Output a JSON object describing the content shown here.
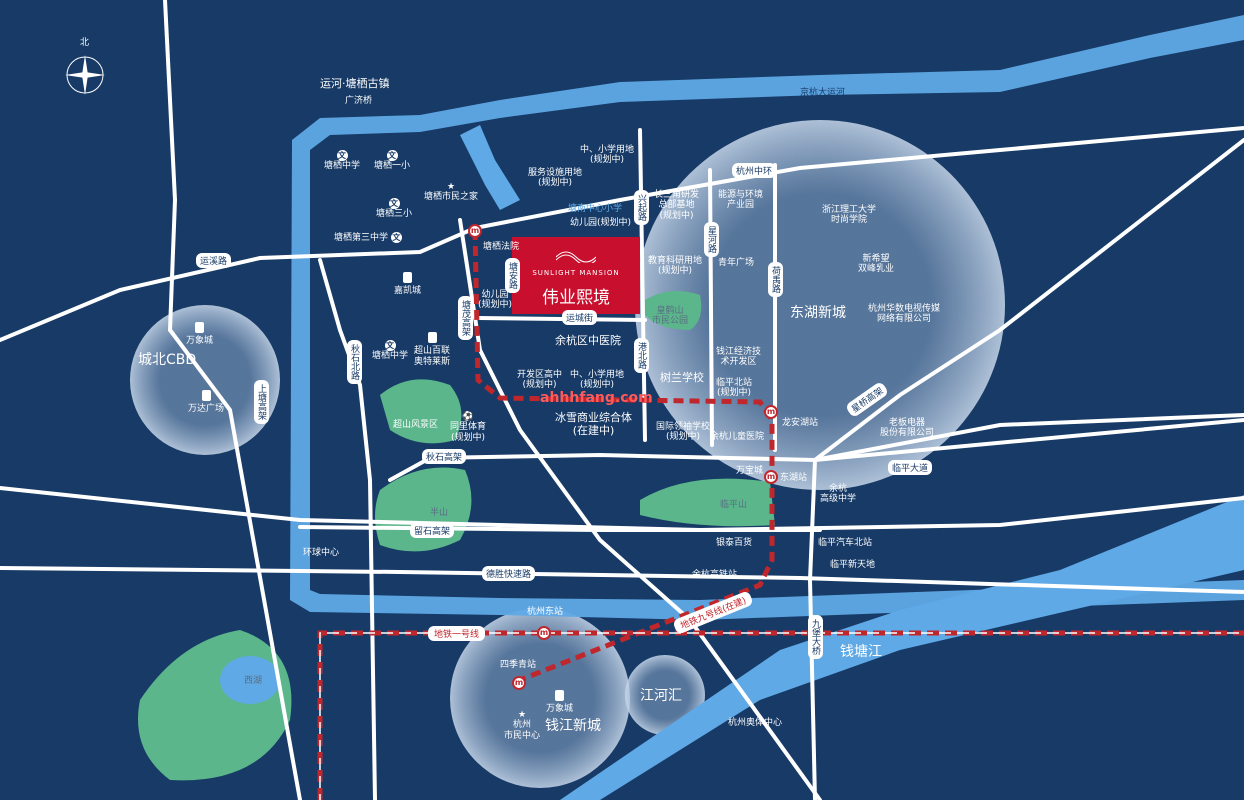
{
  "map": {
    "colors": {
      "background": "#173a66",
      "river": "#5fa9e6",
      "green": "#5bb68c",
      "road": "#ffffff",
      "metro": "#c0272d",
      "hero": "#c8102e"
    },
    "compass": {
      "north": "北"
    },
    "project": {
      "name_en": "SUNLIGHT MANSION",
      "name_cn": "伟业熙境"
    },
    "watermark": "ahhhfang.com",
    "areas": {
      "cbd": "城北CBD",
      "donghu": "东湖新城",
      "qianjiang": "钱江新城",
      "jianghehui": "江河汇",
      "qiantang": "钱塘江"
    },
    "roads": {
      "yunxi": "运溪路",
      "yuncheng": "运城街",
      "tangan": "塘安路",
      "xiaoxing": "兴起路",
      "zhehe": "星河路",
      "hexin": "荷禹路",
      "linhang_ring": "杭州中环",
      "qiushi": "秋石高架",
      "liushi": "留石高架",
      "desheng": "德胜快速路",
      "huanqiu": "环球中心",
      "hangbei": "上塘高架",
      "qiushibei": "秋石北路",
      "xiliu": "星桥高架",
      "jiangbei": "港北路",
      "shangtang": "上塘高架",
      "linping": "临平大道",
      "dongzhan": "九堡大桥",
      "jingshi": "塘茂高架",
      "shibo": "秋石北路"
    },
    "metro": {
      "line1": "地铁一号线",
      "line9": "地铁九号线(在建)",
      "stations": {
        "hangzhou_east": "杭州东站",
        "sijiqing": "四季青站",
        "donghu": "东湖站",
        "longanhu": "龙安湖站",
        "linpingbei": "临平北站",
        "yuhang_gaotie": "余杭高铁站"
      }
    },
    "pois": {
      "tangqi_town": "运河·塘栖古镇",
      "guangji": "广济桥",
      "canal": "京杭大运河",
      "tangqi_mid": "塘栖中学",
      "tangqi_one": "塘栖一小",
      "tangqi_home": "塘栖市民之家",
      "tangqi_three": "塘栖三小",
      "tangqi_third_mid": "塘栖第三中学",
      "jiakai": "嘉凯城",
      "tangqi_court": "塘栖法院",
      "kindergarten_plan": "幼儿园(规划中)",
      "kindergarten_plan2": "幼儿园\n(规划中)",
      "tangxi_mid2": "塘栖中学",
      "chaoshan": "超山百联\n奥特莱斯",
      "chaoshan_scenic": "超山风景区",
      "sports": "同里体育\n(规划中)",
      "service": "服务设施用地\n(规划中)",
      "school_land": "中、小学用地\n(规划中)",
      "tangnan_primary": "塘南中心小学",
      "yrd": "长三角研发\n总部基地\n(规划中)",
      "energy": "能源与环境\n产业园",
      "edu_land": "教育科研用地\n(规划中)",
      "youth_sq": "青年广场",
      "hospital": "余杭区中医院",
      "kaifa_high": "开发区高中\n(规划中)",
      "school_land2": "中、小学用地\n(规划中)",
      "bingxue": "冰雪商业综合体\n(在建中)",
      "huangheshan": "皇鹤山\n市民公园",
      "qianjiang_dev": "钱江经济技\n术开发区",
      "shulan": "树兰学校",
      "linping_north": "临平北站\n(规划中)",
      "intl_school": "国际领袖学校\n(规划中)",
      "children_hosp": "余杭儿童医院",
      "zjut": "浙江理工大学\n时尚学院",
      "xinxiwang": "新希望\n双峰乳业",
      "huashu": "杭州华数电视传媒\n网络有限公司",
      "laoban": "老板电器\n股份有限公司",
      "wanbao": "万宝城",
      "linpingshan": "临平山",
      "yuhang_high": "余杭\n高级中学",
      "yintai": "银泰百货",
      "linping_bus": "临平汽车北站",
      "linping_xin": "临平新天地",
      "banshan": "半山",
      "wanxiang_cbd": "万象城",
      "wanda": "万达广场",
      "xihu": "西湖",
      "civic_center": "杭州\n市民中心",
      "wanxiang_qj": "万象城",
      "olympic": "杭州奥体中心"
    }
  }
}
